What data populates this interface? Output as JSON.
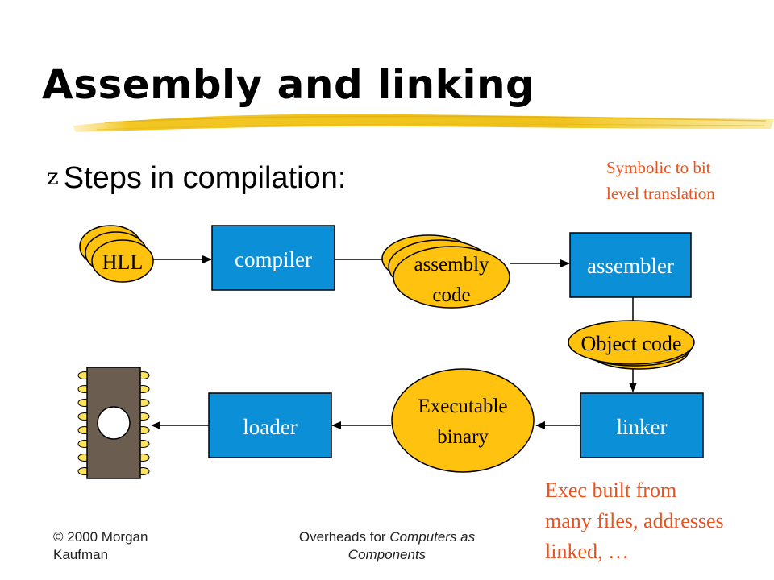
{
  "slide": {
    "title": "Assembly and linking",
    "bullet": "Steps in compilation:",
    "note_top": [
      "Symbolic to bit",
      "level translation"
    ],
    "note_bottom": [
      "Exec built from",
      "many files, addresses",
      "linked, …"
    ]
  },
  "diagram": {
    "hll_label": "HLL",
    "compiler_label": "compiler",
    "assembly_code_lines": [
      "assembly",
      "code"
    ],
    "assembler_label": "assembler",
    "object_code_label": "Object code",
    "linker_label": "linker",
    "executable_lines": [
      "Executable",
      "binary"
    ],
    "loader_label": "loader"
  },
  "footer": {
    "left": [
      "© 2000 Morgan",
      "Kaufman"
    ],
    "center_prefix": "Overheads for ",
    "center_italic_1": "Computers as",
    "center_italic_2": "Components",
    "page_number": ""
  },
  "colors": {
    "box_fill": "#0b8fd6",
    "oval_fill": "#ffc20e",
    "accent_red": "#e8531f",
    "chip_body": "#6b5d4f"
  }
}
